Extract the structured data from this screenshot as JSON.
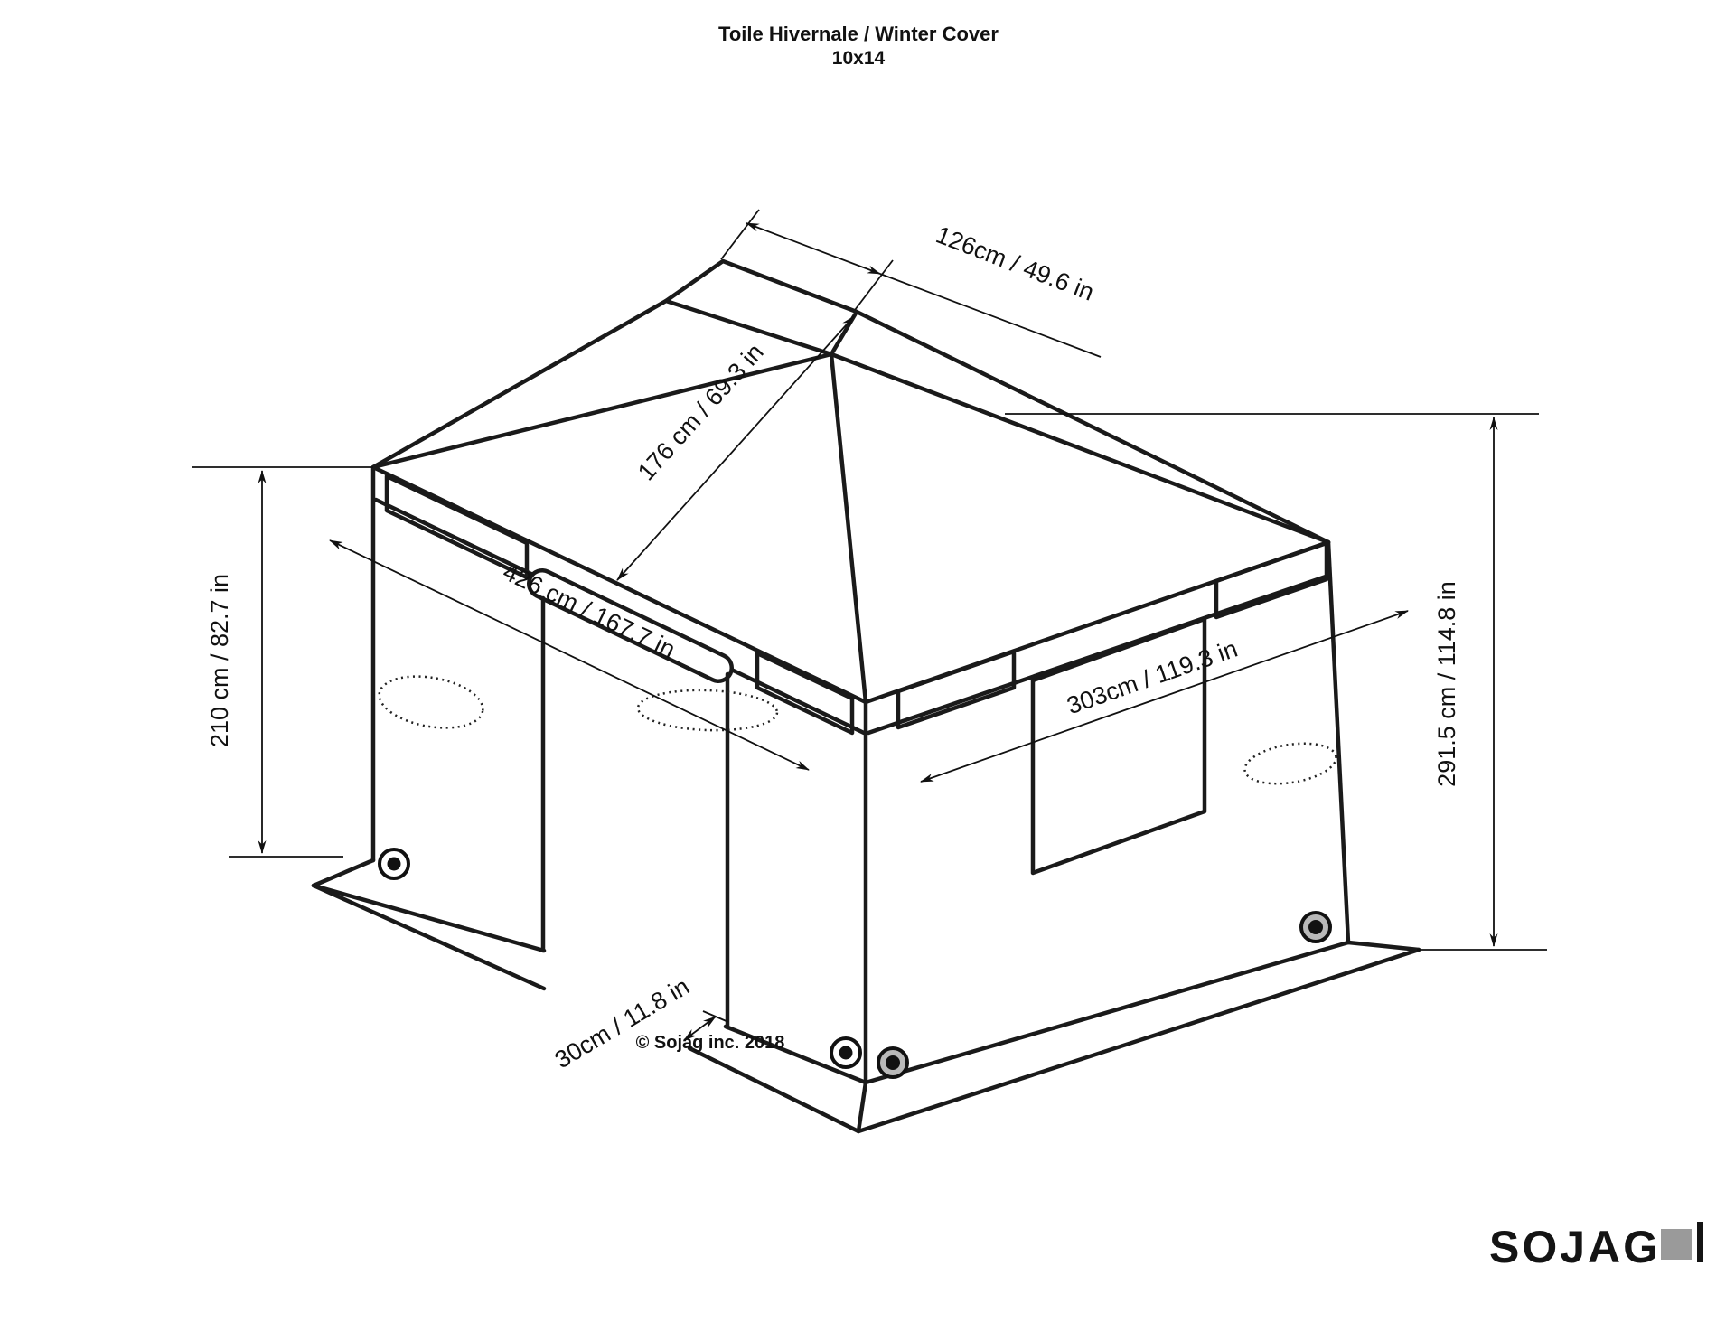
{
  "title": {
    "line1": "Toile Hivernale / Winter Cover",
    "line2": "10x14"
  },
  "footer": {
    "copyright": "© Sojag inc. 2018"
  },
  "brand": {
    "name": "SOJAG"
  },
  "dimensions": {
    "top_width": "126cm / 49.6 in",
    "roof_slope": "176 cm / 69.3 in",
    "side_length": "426 cm / 167.7 in",
    "side_width": "303cm / 119.3 in",
    "wall_height": "210 cm / 82.7 in",
    "total_height": "291.5 cm / 114.8 in",
    "skirt_height": "30cm / 11.8 in"
  },
  "colors": {
    "line": "#1a1a1a",
    "background": "#ffffff",
    "grommet_gray": "#b9b9b9",
    "logo_gray": "#9a9a9a"
  }
}
